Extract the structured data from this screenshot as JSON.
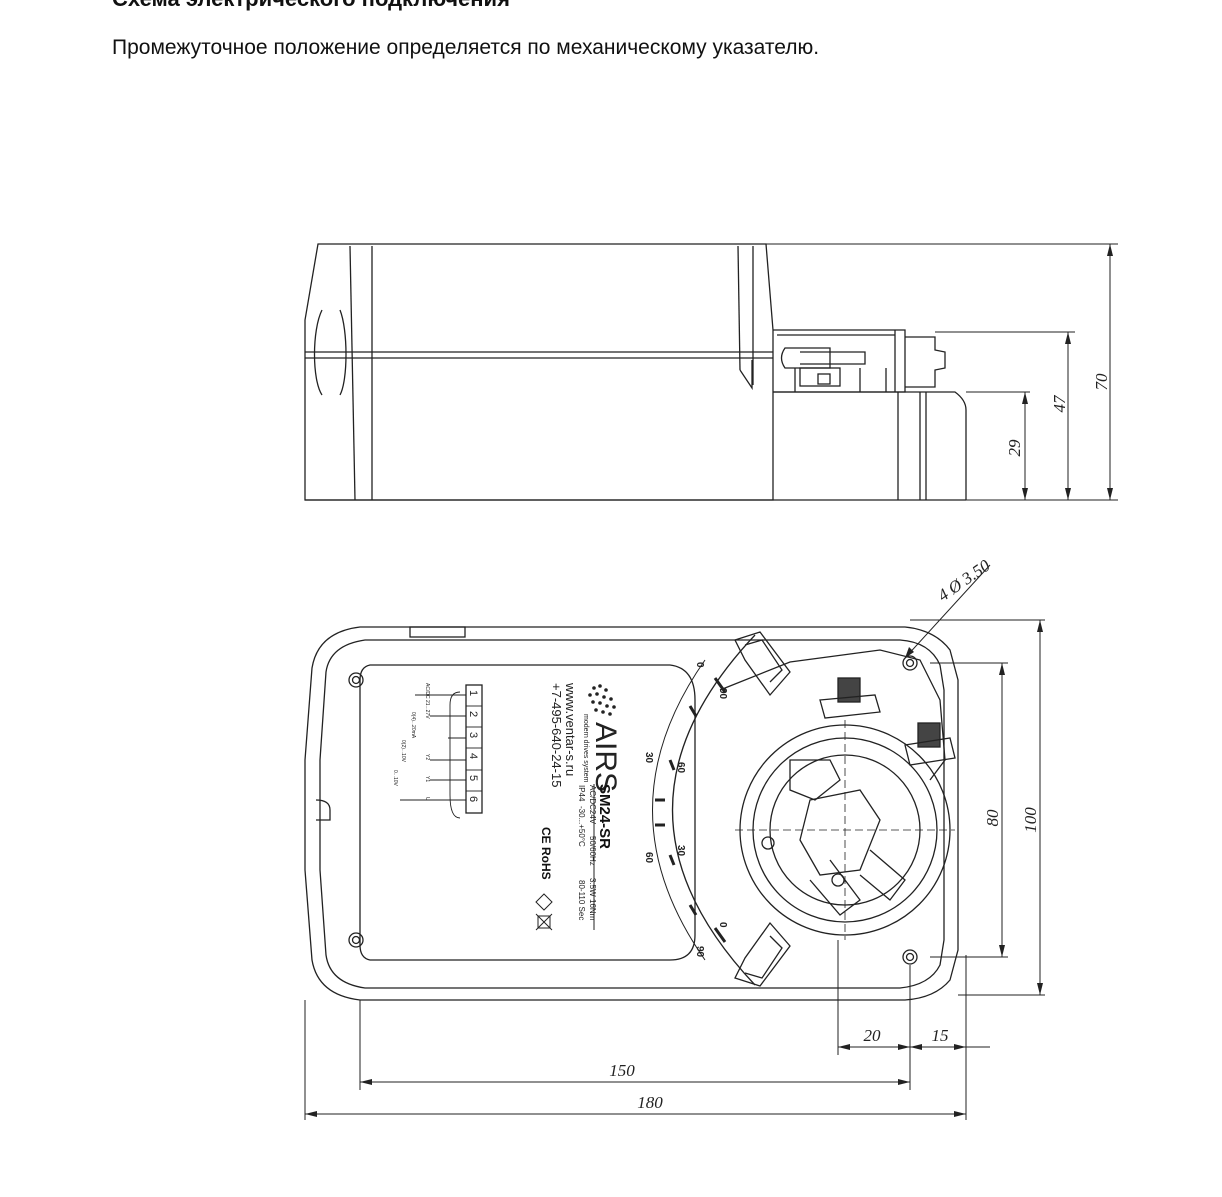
{
  "section_heading": "Схема электрического подключения",
  "description": "Промежуточное положение определяется по механическому указателю.",
  "side_view": {
    "dimensions": {
      "total_height": "70",
      "mid_height": "47",
      "base_height": "29"
    }
  },
  "top_view": {
    "hole_callout": "4 Ø 3.50",
    "dimensions": {
      "height_outer": "100",
      "height_holes": "80",
      "spacing_20": "20",
      "spacing_15": "15",
      "length_150": "150",
      "length_180": "180"
    },
    "label": {
      "brand": "AIRS",
      "brand_tagline": "modern drives system",
      "model": "SM24-SR",
      "specs": [
        {
          "a": "AC/DC24V",
          "b": "50/60Hz"
        },
        {
          "a": "IP44",
          "b": "-30...+50°C"
        },
        {
          "a": "3.5W",
          "b": "16Nm"
        },
        {
          "a": "80-110 Sec",
          "b": ""
        }
      ],
      "website": "www.ventar-s.ru",
      "phone": "+7-495-640-24-15",
      "marks": "CE RoHS",
      "terminals": [
        "1",
        "2",
        "3",
        "4",
        "5",
        "6"
      ],
      "wiring": {
        "supply": "AC/DC 21...27V",
        "out_current": "0(4)...20mA",
        "out_voltage": "0(2)...10V",
        "in_voltage": "0...10V",
        "y1": "Y1",
        "y2": "Y2",
        "u": "U"
      }
    },
    "scale_marks": [
      {
        "text": "90"
      },
      {
        "text": "0"
      },
      {
        "text": "30"
      },
      {
        "text": "60"
      },
      {
        "text": "60"
      },
      {
        "text": "30"
      },
      {
        "text": "0"
      },
      {
        "text": "90"
      }
    ]
  }
}
